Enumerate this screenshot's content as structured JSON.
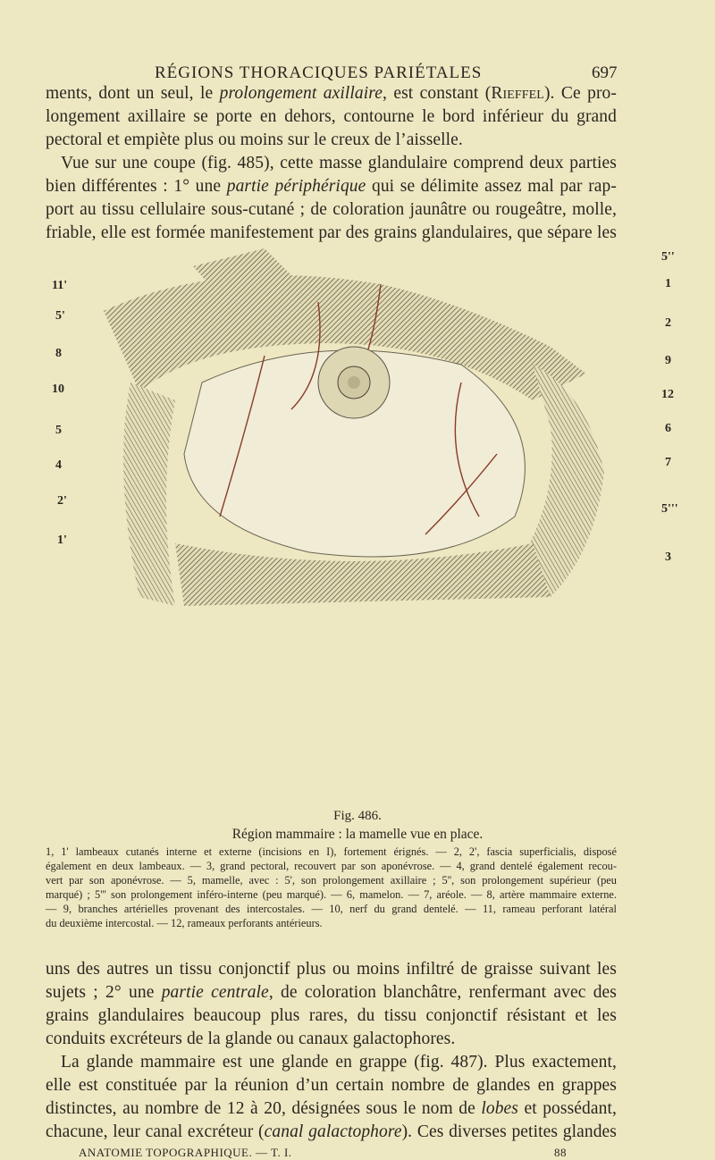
{
  "header": {
    "running_title": "RÉGIONS THORACIQUES PARIÉTALES",
    "page_number": "697"
  },
  "top_text": [
    {
      "parts": [
        "ments, dont un seul, le ",
        "prolongement axillaire",
        ", est constant (",
        "Rieffel",
        "). Ce pro-"
      ]
    },
    {
      "text": "longement axillaire se porte en dehors, contourne le bord inférieur du grand"
    },
    {
      "text": "pectoral et empiète plus ou moins sur le creux de l’aisselle."
    },
    {
      "text": "Vue sur une coupe (fig. 485), cette masse glandulaire comprend deux parties"
    },
    {
      "parts": [
        "bien différentes : 1° une ",
        "partie périphérique",
        " qui se délimite assez mal par rap-"
      ]
    },
    {
      "text": "port au tissu cellulaire sous-cutané ; de coloration jaunâtre ou rougeâtre, molle,"
    },
    {
      "text": "friable, elle est formée manifestement par des grains glandulaires, que sépare les"
    }
  ],
  "figure": {
    "left_labels": [
      "11'",
      "5'",
      "8",
      "10",
      "5",
      "4",
      "2'",
      "1'"
    ],
    "right_labels": [
      "5''",
      "1",
      "2",
      "9",
      "12",
      "6",
      "7",
      "5'''",
      "3"
    ],
    "number": "Fig. 486.",
    "title": "Région mammaire : la mamelle vue en place.",
    "legend": [
      "1, 1' lambeaux cutanés interne et externe (incisions en I), fortement érignés. — 2, 2', fascia superficialis, disposé",
      "également en deux lambeaux. — 3, grand pectoral, recouvert par son aponévrose. — 4, grand dentelé également recou-",
      "vert par son aponévrose. — 5, mamelle, avec : 5', son prolongement axillaire ; 5'', son prolongement supérieur (peu",
      "marqué) ; 5''' son prolongement inféro-interne (peu marqué). — 6, mamelon. — 7, aréole. — 8, artère mammaire externe.",
      "— 9, branches artérielles provenant des intercostales. — 10, nerf du grand dentelé. — 11, rameau perforant latéral",
      "du deuxième intercostal. — 12, rameaux perforants antérieurs."
    ]
  },
  "bottom_text": [
    {
      "text": "uns des autres un tissu conjonctif plus ou moins infiltré de graisse suivant les"
    },
    {
      "parts": [
        "sujets ; 2° une ",
        "partie centrale",
        ", de coloration blanchâtre, renfermant avec des"
      ]
    },
    {
      "text": "grains glandulaires beaucoup plus rares, du tissu conjonctif résistant et les"
    },
    {
      "text": "conduits excréteurs de la glande ou canaux galactophores."
    },
    {
      "text": "La glande mammaire est une glande en grappe (fig. 487). Plus exactement,"
    },
    {
      "text": "elle est constituée par la réunion d’un certain nombre de glandes en grappes"
    },
    {
      "parts": [
        "distinctes, au nombre de 12 à 20, désignées sous le nom de ",
        "lobes",
        " et possédant,"
      ]
    },
    {
      "parts": [
        "chacune, leur canal excréteur (",
        "canal galactophore",
        "). Ces diverses petites glandes"
      ]
    }
  ],
  "footer": {
    "book": "ANATOMIE TOPOGRAPHIQUE. — T. I.",
    "signature": "88"
  }
}
